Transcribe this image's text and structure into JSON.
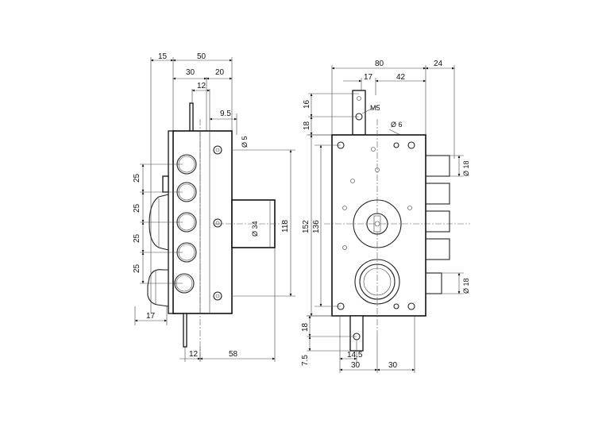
{
  "side_view": {
    "dims": {
      "w15": "15",
      "w50": "50",
      "w30": "30",
      "w20": "20",
      "w12top": "12",
      "d9_5": "9.5",
      "dia5": "Ø 5",
      "dia34": "Ø 34",
      "h118": "118",
      "v25a": "25",
      "v25b": "25",
      "v25c": "25",
      "v25d": "25",
      "w17": "17",
      "w12bot": "12",
      "w58": "58"
    }
  },
  "front_view": {
    "dims": {
      "w80": "80",
      "w24": "24",
      "w17": "17",
      "w42": "42",
      "m5": "M5",
      "h16": "16",
      "h18top": "18",
      "dia6": "Ø 6",
      "dia18a": "Ø 18",
      "dia18b": "Ø 18",
      "h152": "152",
      "h136": "136",
      "h18bot": "18",
      "h7_5": "7.5",
      "w14_5": "14.5",
      "w30a": "30",
      "w30b": "30"
    }
  }
}
